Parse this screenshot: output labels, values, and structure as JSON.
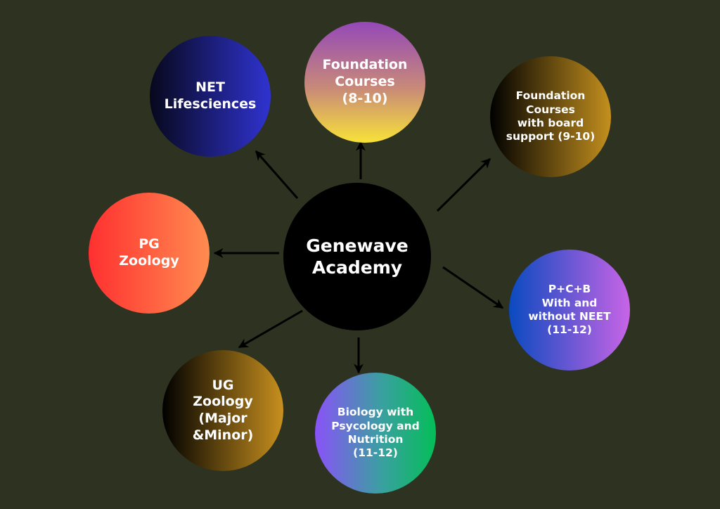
{
  "center": {
    "label": "Genewave\nAcademy"
  },
  "nodes": {
    "net": "NET\nLifesciences",
    "foundation": "Foundation\nCourses\n(8-10)",
    "foundation_board": "Foundation\nCourses\nwith board\nsupport (9-10)",
    "pg": "PG\nZoology",
    "pcb": "P+C+B\nWith and\nwithout NEET\n(11-12)",
    "ug": "UG\nZoology\n(Major\n&Minor)",
    "bio": "Biology with\nPsycology and\nNutrition\n(11-12)"
  },
  "colors": {
    "background": "#2e3220",
    "center": "#000000",
    "arrow": "#000000"
  }
}
